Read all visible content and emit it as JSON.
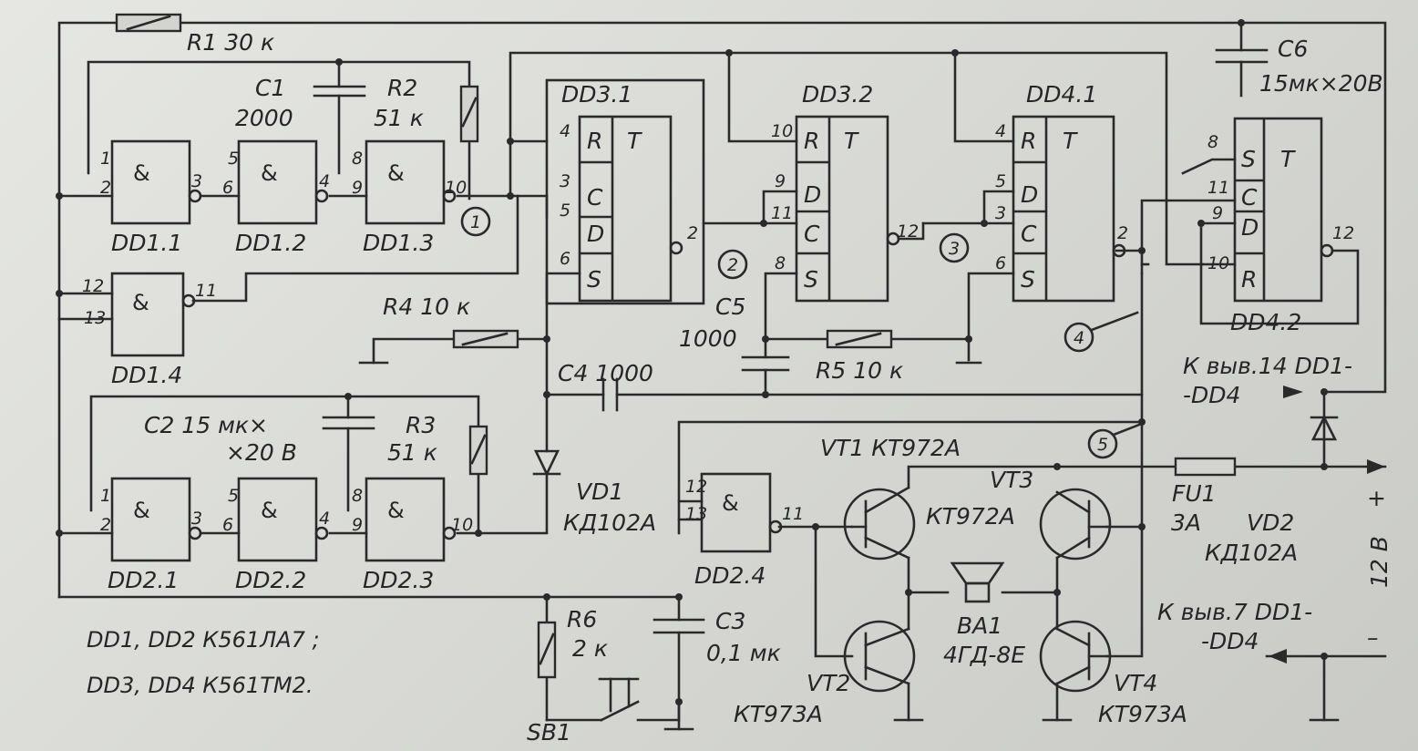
{
  "symbols": {
    "nand": "&"
  },
  "flipflops": {
    "pin_r": "R",
    "pin_c": "C",
    "pin_d": "D",
    "pin_s": "S",
    "pin_t": "T"
  },
  "nodes": {
    "n1": "1",
    "n2": "2",
    "n3": "3",
    "n4": "4",
    "n5": "5"
  },
  "pins": {
    "p1": "1",
    "p2": "2",
    "p3": "3",
    "p4": "4",
    "p5": "5",
    "p6": "6",
    "p8": "8",
    "p9": "9",
    "p10": "10",
    "p11": "11",
    "p12": "12",
    "p13": "13"
  },
  "labels": {
    "r1": "R1  30 к",
    "c1": "C1",
    "c1_value": "2000",
    "r2": "R2",
    "r2_value": "51 к",
    "dd3_1": "DD3.1",
    "dd3_2": "DD3.2",
    "dd4_1": "DD4.1",
    "c6": "C6",
    "c6_value": "15мк×20В",
    "dd1_1": "DD1.1",
    "dd1_2": "DD1.2",
    "dd1_3": "DD1.3",
    "dd1_4": "DD1.4",
    "r4": "R4  10 к",
    "c5": "C5",
    "c5_value": "1000",
    "c4": "C4  1000",
    "r5": "R5  10 к",
    "dd4_2": "DD4.2",
    "power_note_1": "К выв.14 DD1-",
    "power_note_2": "-DD4",
    "c2": "C2  15 мк×",
    "c2_value": "×20 В",
    "r3": "R3",
    "r3_value": "51 к",
    "vt1": "VT1  КТ972А",
    "vt3": "VT3",
    "vt3_type": "КТ972А",
    "vd1": "VD1",
    "vd1_type": "КД102А",
    "fu1": "FU1",
    "fu1_value": "3А",
    "vd2": "VD2",
    "vd2_type": "КД102А",
    "plus": "+",
    "minus": "–",
    "supply": "12 В",
    "dd2_1": "DD2.1",
    "dd2_2": "DD2.2",
    "dd2_3": "DD2.3",
    "dd2_4": "DD2.4",
    "ba1": "BA1",
    "ba1_type": "4ГД-8Е",
    "r6": "R6",
    "r6_value": "2 к",
    "c3": "C3",
    "c3_value": "0,1 мк",
    "vt2": "VT2",
    "vt2_type": "КТ973А",
    "vt4": "VT4",
    "vt4_type": "КТ973А",
    "sb1": "SB1",
    "ground_note_1": "К выв.7 DD1-",
    "ground_note_2": "-DD4"
  },
  "legend": {
    "line1": "DD1, DD2    К561ЛА7 ;",
    "line2": "DD3, DD4    К561ТМ2."
  }
}
